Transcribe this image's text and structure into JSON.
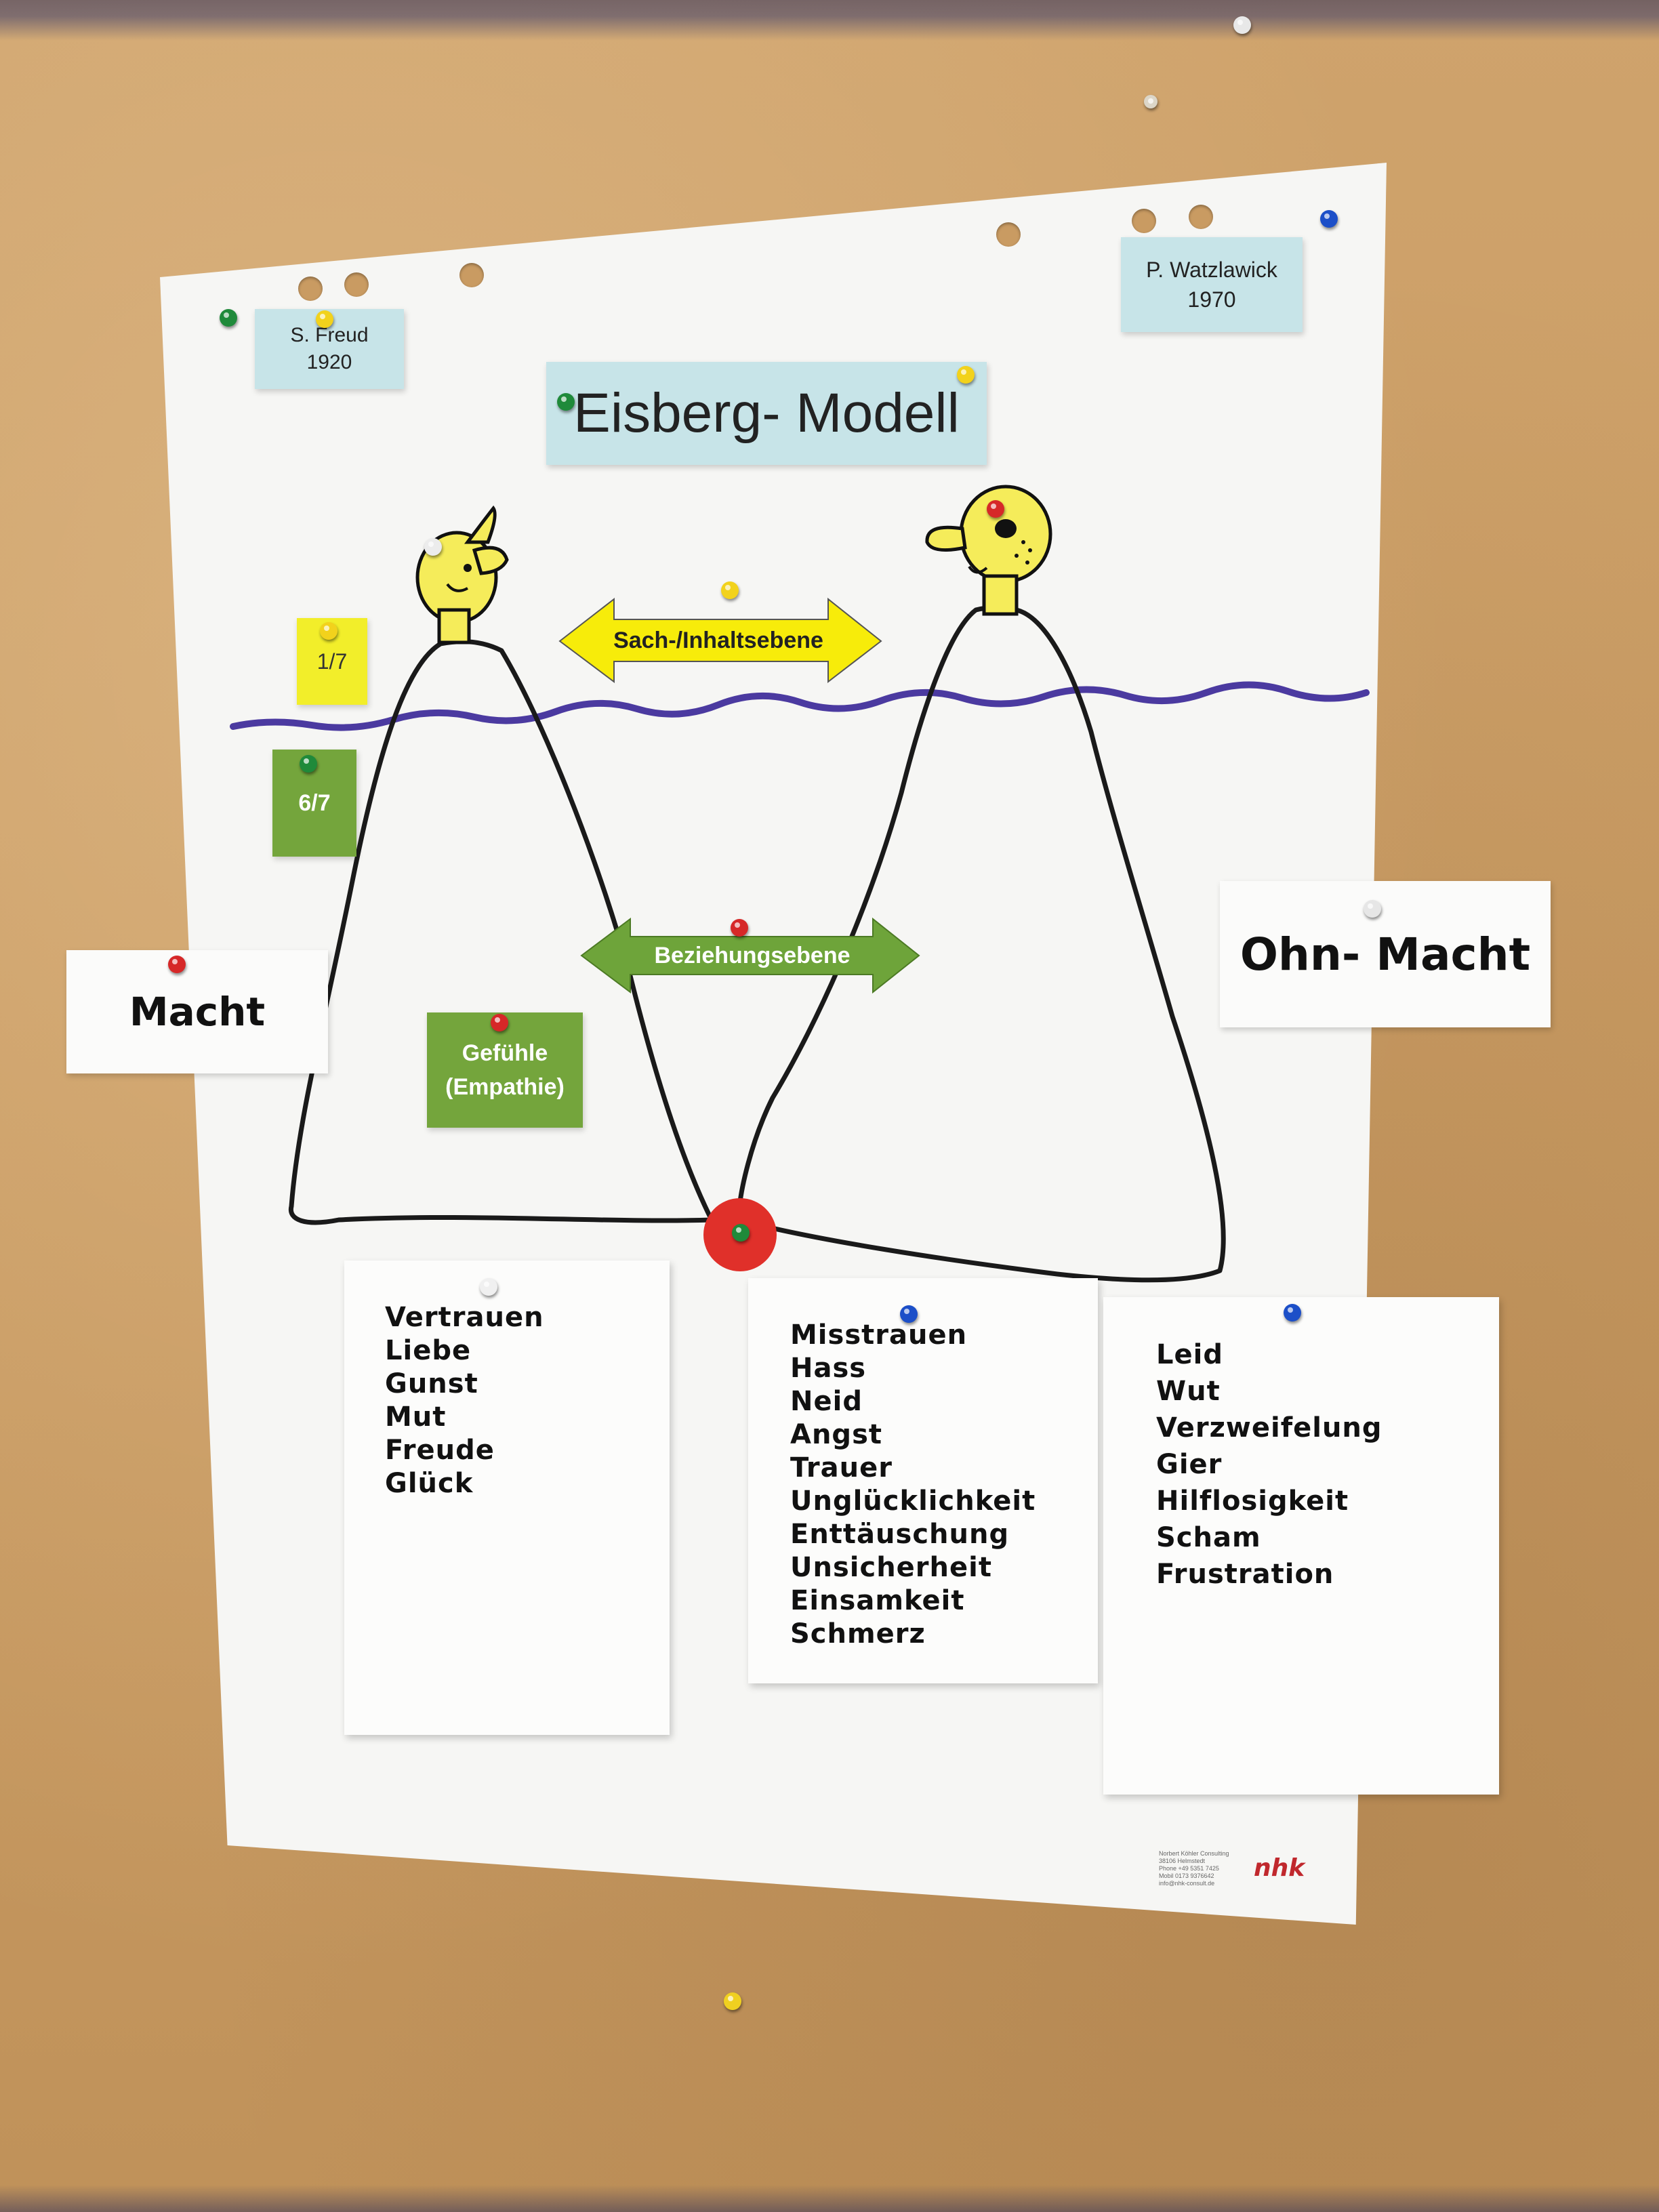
{
  "header": {
    "freud": {
      "name": "S. Freud",
      "year": "1920"
    },
    "watzlawick": {
      "name": "P. Watzlawick",
      "year": "1970"
    },
    "title": "Eisberg- Modell"
  },
  "levels": {
    "sach": "Sach-/Inhaltsebene",
    "beziehung": "Beziehungsebene",
    "fraction_top": "1/7",
    "fraction_bottom": "6/7",
    "gefuehle_line1": "Gefühle",
    "gefuehle_line2": "(Empathie)"
  },
  "sides": {
    "left": "Macht",
    "right": "Ohn- Macht"
  },
  "lists": {
    "left": [
      "Vertrauen",
      "Liebe",
      "Gunst",
      "Mut",
      "Freude",
      "Glück"
    ],
    "middle": [
      "Misstrauen",
      "Hass",
      "Neid",
      "Angst",
      "Trauer",
      "Unglücklichkeit",
      "Enttäuschung",
      "Unsicherheit",
      "Einsamkeit",
      "Schmerz"
    ],
    "right": [
      "Leid",
      "Wut",
      "Verzweifelung",
      "Gier",
      "Hilflosigkeit",
      "Scham",
      "Frustration"
    ]
  },
  "logo": {
    "mark": "nhk",
    "lines": [
      "Norbert Köhler Consulting",
      "38106 Helmstedt",
      "Phone +49 5351 7425",
      "Mobil 0173 9376642",
      "info@nhk-consult.de"
    ]
  },
  "colors": {
    "board": "#c99b62",
    "paper": "#f6f6f4",
    "waterline": "#4b3aa0",
    "green_card": "#74a53c",
    "yellow_card": "#f2ee2a",
    "blue_card": "#c7e4e8",
    "red_dot": "#e0302a"
  }
}
